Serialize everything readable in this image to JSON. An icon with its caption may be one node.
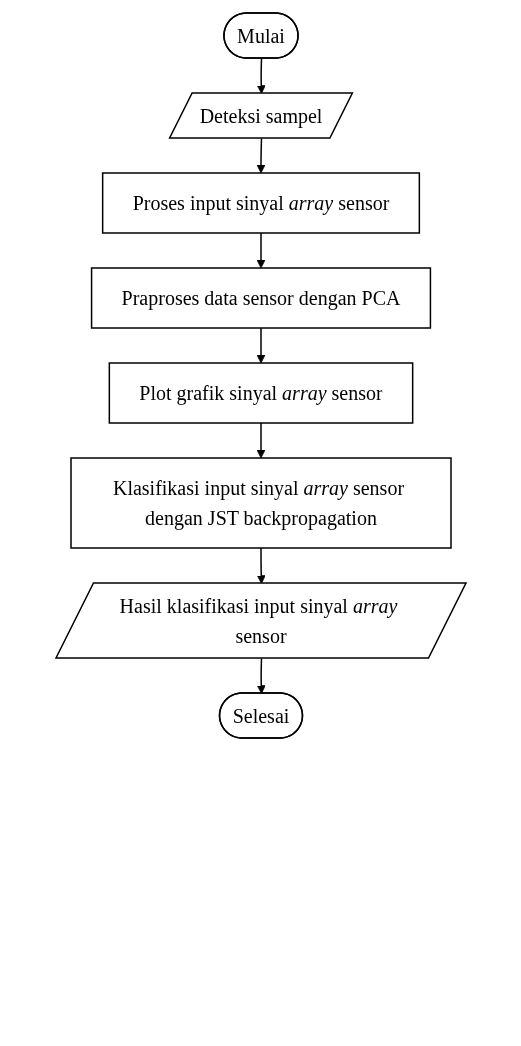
{
  "diagram": {
    "nodes": [
      {
        "text": [
          "Mulai"
        ]
      },
      {
        "text": [
          "Deteksi sampel"
        ]
      },
      {
        "text": [
          "Proses input sinyal *array* sensor"
        ]
      },
      {
        "text": [
          "Praproses data sensor dengan PCA"
        ]
      },
      {
        "text": [
          "Plot grafik sinyal *array* sensor"
        ]
      },
      {
        "text": [
          "Klasifikasi input sinyal *array* sensor dengan JST backpropagation"
        ]
      },
      {
        "text": [
          "Hasil klasifikasi input sinyal *array* sensor"
        ]
      },
      {
        "text": [
          "Selesai"
        ]
      }
    ],
    "edges": [
      {
        "from": 0,
        "to": 1,
        "arrow": "to"
      },
      {
        "from": 1,
        "to": 2,
        "arrow": "to"
      },
      {
        "from": 2,
        "to": 3,
        "arrow": "to"
      },
      {
        "from": 3,
        "to": 4,
        "arrow": "to"
      },
      {
        "from": 4,
        "to": 5,
        "arrow": "to"
      },
      {
        "from": 5,
        "to": 6,
        "arrow": "to"
      },
      {
        "from": 6,
        "to": 7,
        "arrow": "to"
      }
    ]
  }
}
